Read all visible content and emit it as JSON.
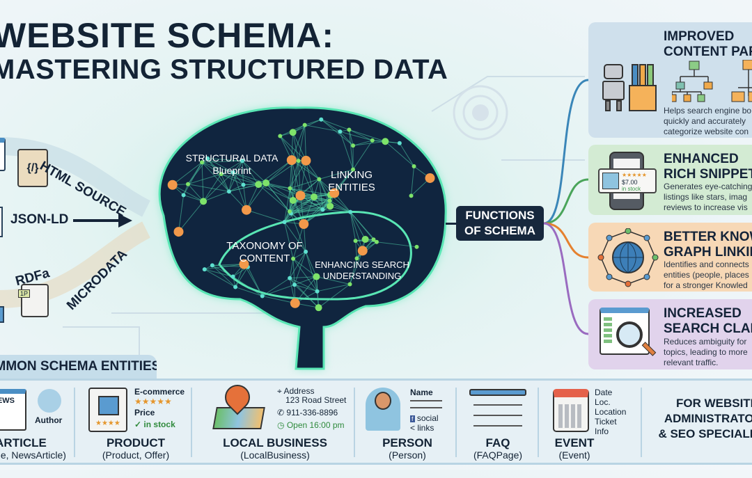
{
  "title": {
    "line1": "WEBSITE SCHEMA:",
    "line2": "MASTERING STRUCTURED DATA"
  },
  "inputs": [
    {
      "label": "HTML SOURCE"
    },
    {
      "label": "JSON-LD"
    },
    {
      "label": "RDFa"
    },
    {
      "label": "MICRODATA"
    }
  ],
  "input_icons": {
    "code_file": "{/}",
    "doc_badge": "1P"
  },
  "brain": {
    "labels": [
      "STRUCTURAL DATA",
      "Blueprint",
      "LINKING",
      "ENTITIES",
      "TAXONOMY OF",
      "CONTENT",
      "ENHANCING SEARCH",
      "UNDERSTANDING"
    ]
  },
  "functions": {
    "line1": "FUNCTIONS",
    "line2": "OF SCHEMA"
  },
  "cards": [
    {
      "title1": "IMPROVED",
      "title2": "CONTENT PAR",
      "desc": [
        "Helps search engine bo",
        "quickly and accurately",
        "categorize website con"
      ],
      "color": "#cfe0ec"
    },
    {
      "title1": "ENHANCED",
      "title2": "RICH SNIPPET",
      "desc": [
        "Generates eye-catching",
        "listings like stars, imag",
        "reviews to increase vis"
      ],
      "color": "#d3ebd3",
      "price": "$7.00",
      "stock": "in stock",
      "stars": "★★★★★"
    },
    {
      "title1": "BETTER KNOWL",
      "title2": "GRAPH LINKING",
      "desc": [
        "Identifies and connects",
        "entities (people, places",
        "for a stronger Knowled"
      ],
      "color": "#f7d8b6"
    },
    {
      "title1": "INCREASED",
      "title2": "SEARCH CLAR",
      "desc": [
        "Reduces ambiguity for",
        "topics, leading to more",
        "relevant traffic."
      ],
      "color": "#e1d3ec"
    }
  ],
  "entities_header": "COMMON SCHEMA ENTITIES",
  "entities": [
    {
      "name": "ARTICLE",
      "sub": "(Article, NewsArticle)",
      "icon_text": "NEWS",
      "extra": "Author"
    },
    {
      "name": "PRODUCT",
      "sub": "(Product, Offer)",
      "lines": [
        "E-commerce",
        "★★★★★",
        "Price",
        "in stock"
      ],
      "icon_stars": "★★★★"
    },
    {
      "name": "LOCAL BUSINESS",
      "sub": "(LocalBusiness)",
      "lines": [
        "Address",
        "123 Road Street",
        "911-336-8896",
        "Open 16:00 pm"
      ]
    },
    {
      "name": "PERSON",
      "sub": "(Person)",
      "lines": [
        "Name",
        "social",
        "links"
      ]
    },
    {
      "name": "FAQ",
      "sub": "(FAQPage)"
    },
    {
      "name": "EVENT",
      "sub": "(Event)",
      "lines": [
        "Date",
        "Loc.",
        "Location",
        "Ticket",
        "Info"
      ]
    }
  ],
  "audience": [
    "FOR WEBSITE",
    "ADMINISTRATORS",
    "& SEO SPECIALISTS"
  ]
}
